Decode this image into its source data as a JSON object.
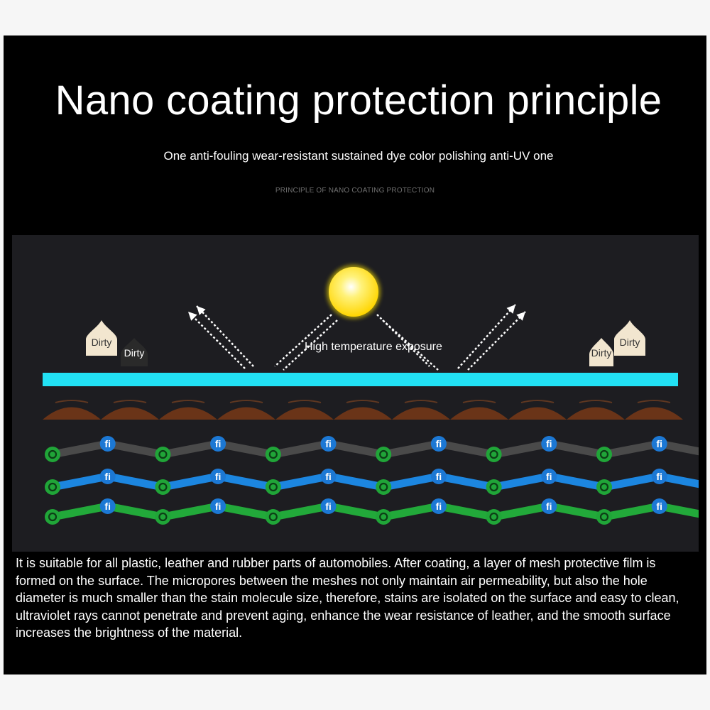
{
  "title": "Nano coating protection principle",
  "subtitle": "One anti-fouling wear-resistant sustained dye color polishing anti-UV one",
  "tagline": "PRINCIPLE OF NANO COATING PROTECTION",
  "diagram": {
    "dirt_labels": [
      "Dirty",
      "Dirty",
      "Dirty",
      "Dirty"
    ],
    "heat_label": "High temperature exposure",
    "fluorine_symbol": "fi",
    "colors": {
      "background": "#1d1d21",
      "sun": "#ffe600",
      "coating_film": "#22e1f4",
      "leather": "#6a3418",
      "chain_gray": "#4a4a4a",
      "chain_blue": "#1c86e0",
      "chain_green": "#22a93a",
      "fluorine_node": "#1c78d4",
      "carbon_node": "#20a538"
    },
    "icons": [
      "sun-icon",
      "stain-droplet-icon",
      "reflected-ray-arrow-icon",
      "incoming-ray-icon"
    ]
  },
  "description": "It is suitable for all plastic, leather and rubber parts of automobiles. After coating, a layer of mesh protective film is formed on the surface. The micropores between the meshes not only maintain air permeability, but also the hole diameter is much smaller than the stain molecule size, therefore, stains are isolated on the surface and easy to clean, ultraviolet rays cannot penetrate and prevent aging, enhance the wear resistance of leather, and the smooth surface increases the brightness of the material."
}
